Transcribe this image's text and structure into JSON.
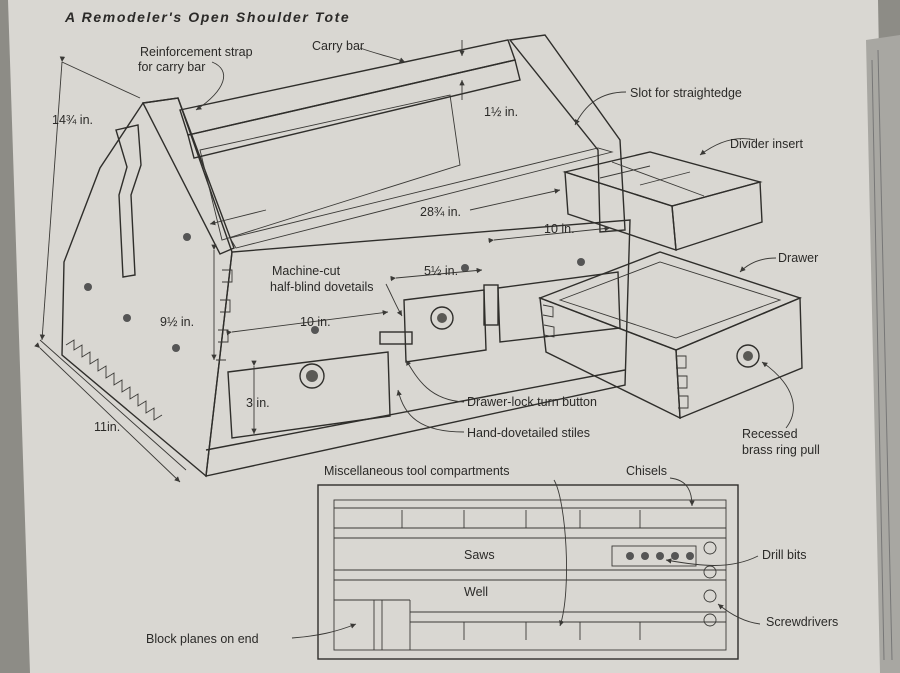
{
  "title": "A Remodeler's Open Shoulder Tote",
  "labels": {
    "reinforcement_strap": [
      "Reinforcement strap",
      "for carry bar"
    ],
    "carry_bar": "Carry bar",
    "slot_for_straightedge": "Slot for straightedge",
    "divider_insert": "Divider insert",
    "drawer": "Drawer",
    "machine_cut_dovetails": [
      "Machine-cut",
      "half-blind dovetails"
    ],
    "drawer_lock_turn_button": "Drawer-lock turn button",
    "hand_dovetailed_stiles": "Hand-dovetailed stiles",
    "recessed_ring_pull": [
      "Recessed",
      "brass ring pull"
    ],
    "misc_tool_compartments": "Miscellaneous tool compartments",
    "chisels": "Chisels",
    "saws": "Saws",
    "drill_bits": "Drill bits",
    "well": "Well",
    "screwdrivers": "Screwdrivers",
    "block_planes": "Block planes on end"
  },
  "dimensions": {
    "height": "14¾ in.",
    "carry_bar_thickness": "1½ in.",
    "length": "28¾ in.",
    "compartment_10": "10 in.",
    "stile_gap": "5½ in.",
    "side_height": "9½ in.",
    "drawer_width": "10 in.",
    "drawer_height": "3 in.",
    "depth": "11in."
  },
  "colors": {
    "paper": "#d9d7d2",
    "ink": "#2f2e2b"
  }
}
